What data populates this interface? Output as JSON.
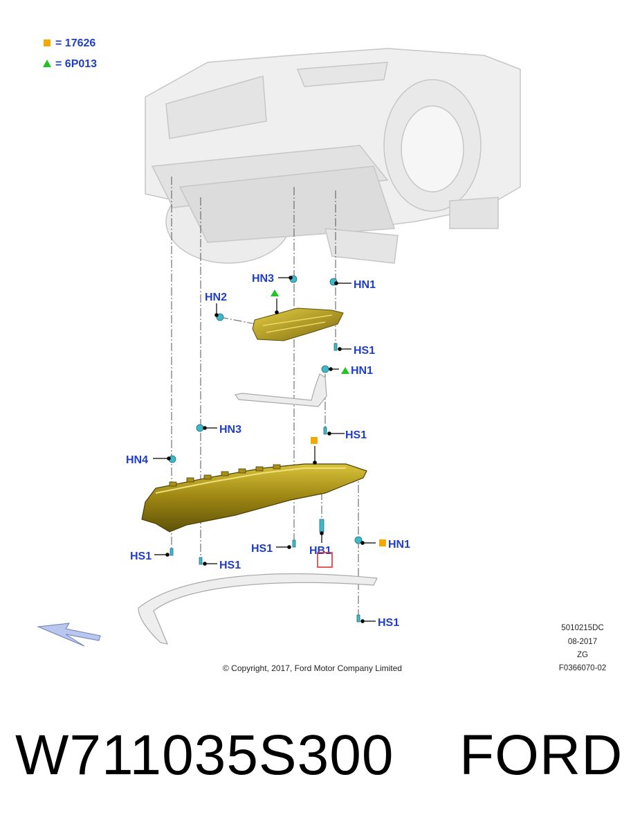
{
  "legend": [
    {
      "symbol": "square",
      "color": "#f5a800",
      "text": "= 17626"
    },
    {
      "symbol": "triangle",
      "color": "#22c322",
      "text": "= 6P013"
    }
  ],
  "callouts": {
    "hn3_top": "HN3",
    "hn1_top": "HN1",
    "hn2": "HN2",
    "hs1_a": "HS1",
    "hn1_mid": "HN1",
    "hs1_b": "HS1",
    "hn3_mid": "HN3",
    "hn4": "HN4",
    "hs1_left": "HS1",
    "hs1_c": "HS1",
    "hs1_d": "HS1",
    "hb1": "HB1",
    "hn1_low": "HN1",
    "hs1_bottom": "HS1"
  },
  "meta": {
    "code": "5010215DC",
    "date": "08-2017",
    "zg": "ZG",
    "figure": "F0366070-02"
  },
  "copyright": "© Copyright, 2017, Ford Motor Company Limited",
  "caption": {
    "part_number": "W711035S300",
    "brand": "FORD"
  },
  "colors": {
    "label_blue": "#1f3fbf",
    "shield_gold": "#8f7a10",
    "clip_teal": "#3fb8c8",
    "highlight_red": "#e03030"
  }
}
